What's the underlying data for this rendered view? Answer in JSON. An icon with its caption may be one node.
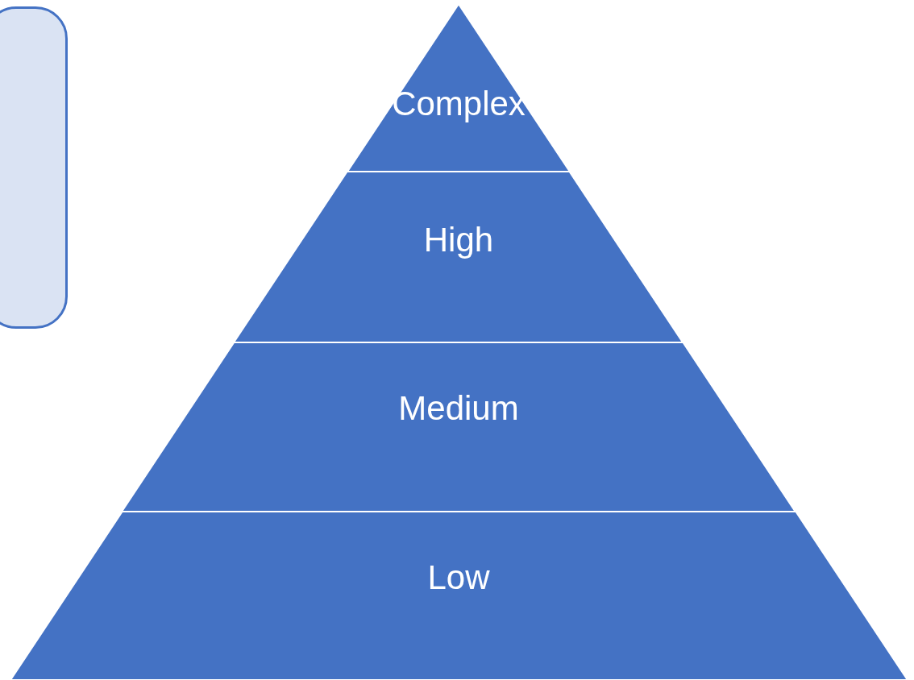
{
  "diagram": {
    "nodes": [
      {
        "text": [],
        "shape": "box"
      },
      {
        "text": [
          "Complex"
        ]
      },
      {
        "text": [
          "High"
        ]
      },
      {
        "text": [
          "Medium"
        ]
      },
      {
        "text": [
          "Low"
        ]
      }
    ]
  }
}
